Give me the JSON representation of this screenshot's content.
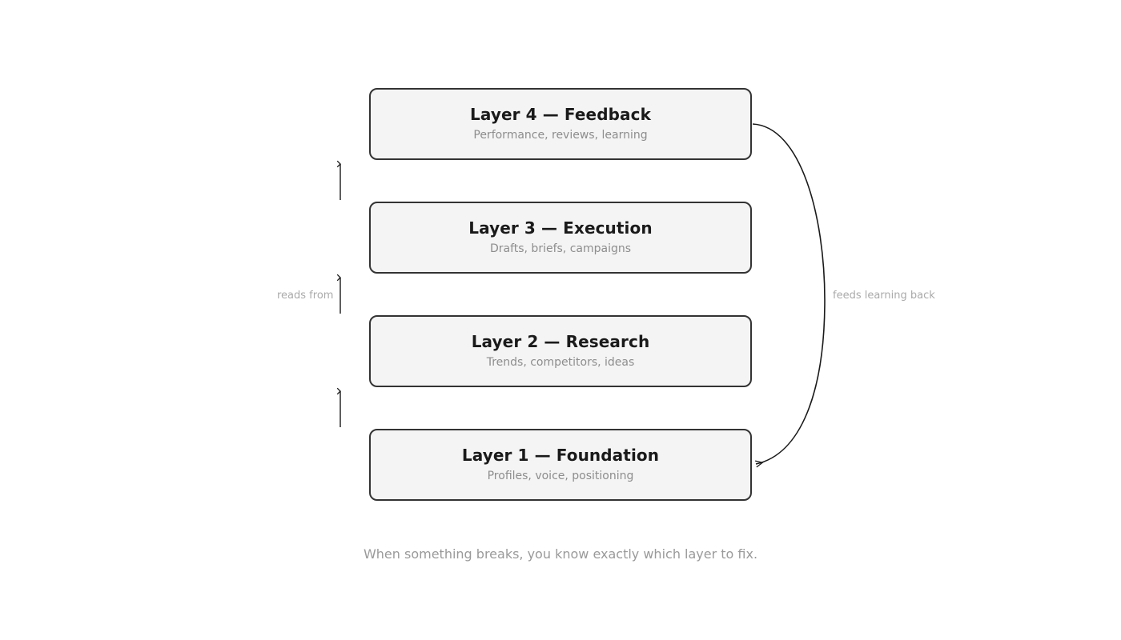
{
  "diagram": {
    "type": "layered-stack-flow",
    "background_color": "#ffffff",
    "box_fill_color": "#f4f4f4",
    "box_border_color": "#333333",
    "title_color": "#1a1a1a",
    "subtitle_color": "#8d8d8d",
    "edge_label_color": "#aaaaaa",
    "caption_color": "#9a9a9a",
    "layers": [
      {
        "id": "layer4",
        "title": "Layer 4 — Feedback",
        "subtitle": "Performance, reviews, learning"
      },
      {
        "id": "layer3",
        "title": "Layer 3 — Execution",
        "subtitle": "Drafts, briefs, campaigns"
      },
      {
        "id": "layer2",
        "title": "Layer 2 — Research",
        "subtitle": "Trends, competitors, ideas"
      },
      {
        "id": "layer1",
        "title": "Layer 1 — Foundation",
        "subtitle": "Profiles, voice, positioning"
      }
    ],
    "edges": [
      {
        "id": "reads-from",
        "label": "reads from",
        "direction": "upward",
        "description": "three upward arrows on the left connecting each layer to the one above"
      },
      {
        "id": "feeds-learning-back",
        "label": "feeds learning back",
        "direction": "curve-down-right",
        "description": "curved arrow from Layer 4 right edge around to Layer 1 right edge"
      }
    ],
    "caption": "When something breaks, you know exactly which layer to fix."
  }
}
